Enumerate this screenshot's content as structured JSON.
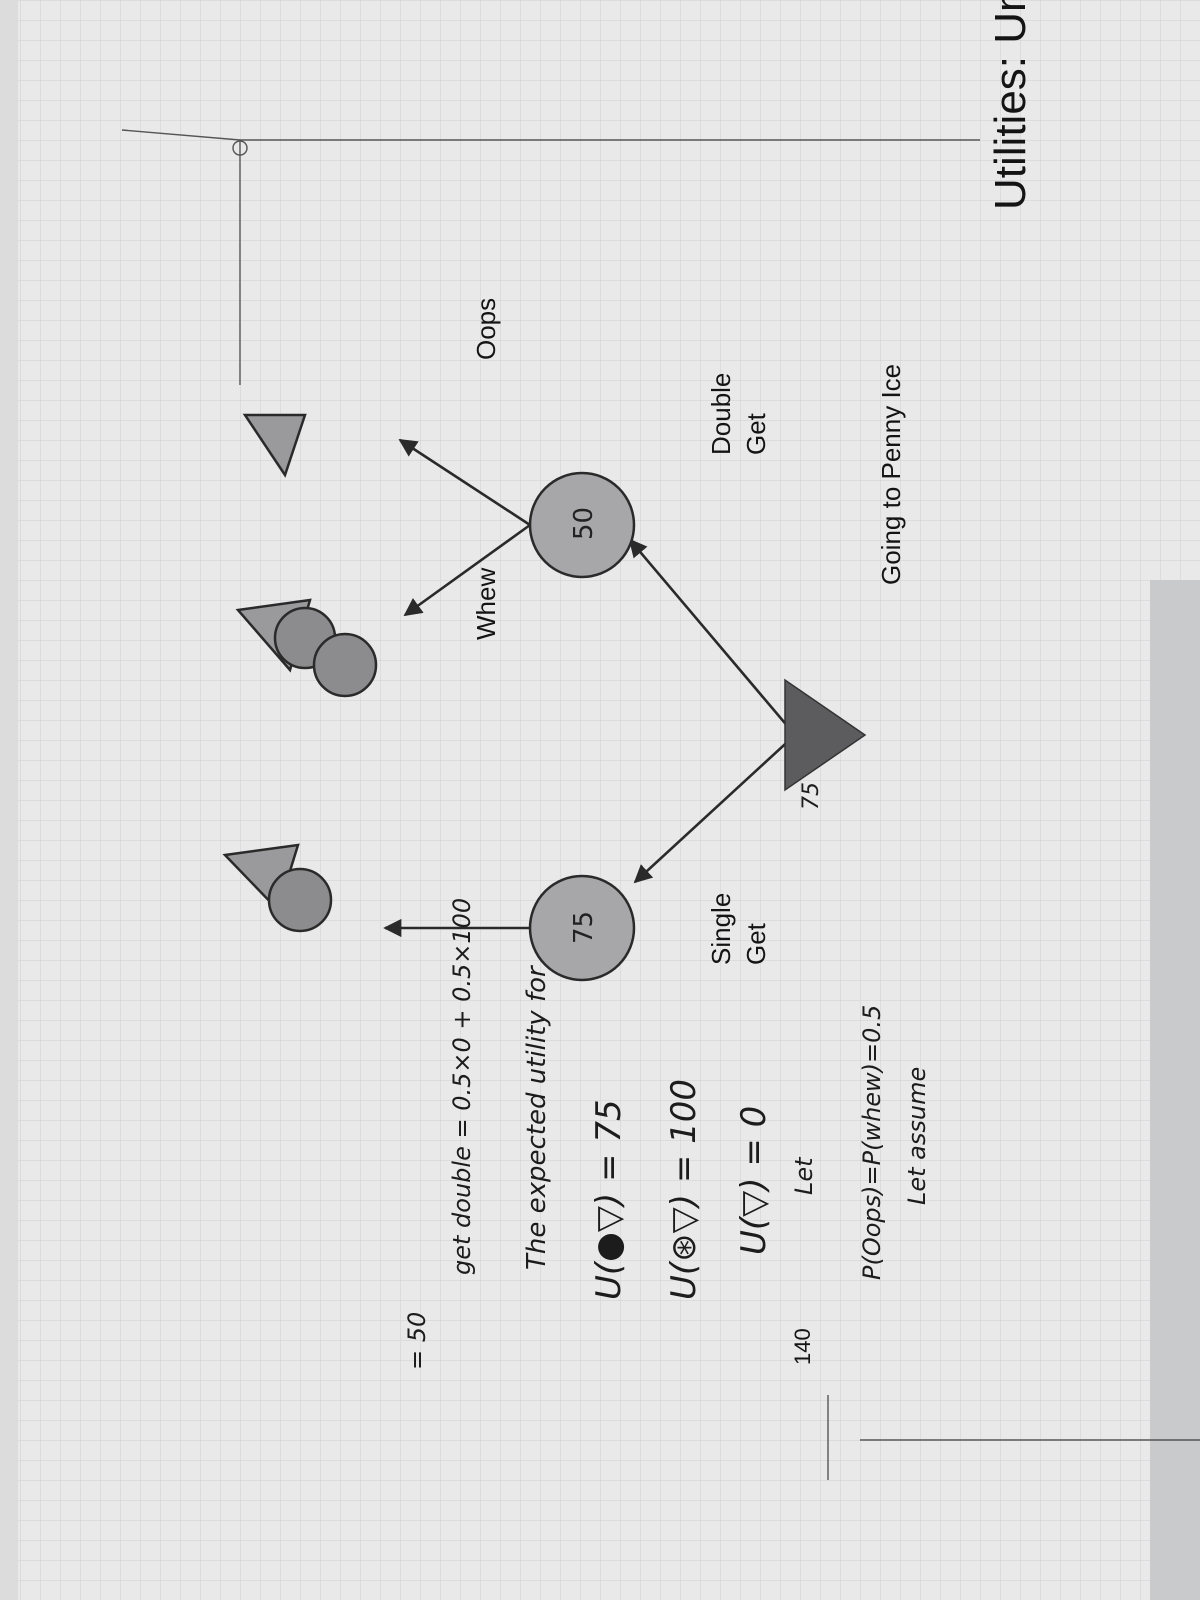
{
  "slide": {
    "title": "Utilities: Uncertain Outcomes",
    "decision_label": "Going to Penny Ice",
    "page_number": "140",
    "branches": {
      "get_double": {
        "line1": "Get",
        "line2": "Double"
      },
      "get_single": {
        "line1": "Get",
        "line2": "Single"
      },
      "oops": "Oops",
      "whew": "Whew"
    }
  },
  "handwritten": {
    "root_value": "75",
    "chance_double_value": "50",
    "chance_single_value": "75",
    "notes": [
      "Let assume",
      "P(Oops)=P(whew)=0.5",
      "Let",
      "U(▽) = 0",
      "U(⊛▽) = 100",
      "U(●▽) = 75",
      "The expected utility for",
      "get double = 0.5×0 + 0.5×100",
      "= 50"
    ]
  },
  "colors": {
    "paper": "#e9e9ea",
    "grid": "#cfd0d3",
    "ink": "#141414",
    "node_fill": "#a7a7a9",
    "root_fill": "#5c5c5e",
    "cone_fill": "#9a9a9c",
    "scoop_fill": "#8c8c8e"
  }
}
